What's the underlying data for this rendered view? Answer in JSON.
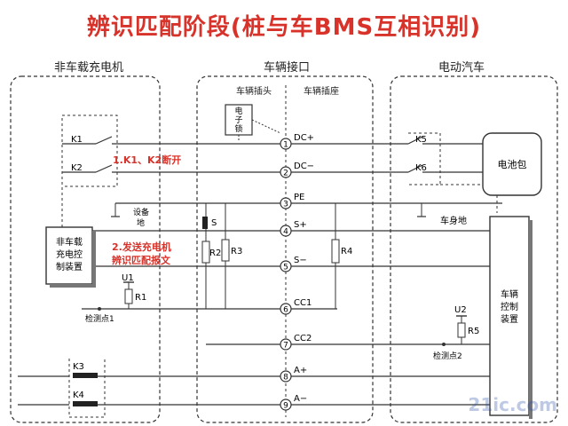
{
  "title": "辨识匹配阶段(桩与车BMS互相识别)",
  "sections": {
    "charger": "非车载充电机",
    "interface": "车辆接口",
    "vehicle": "电动汽车"
  },
  "sub_headers": {
    "plug": "车辆插头",
    "socket": "车辆插座"
  },
  "components": {
    "elock": [
      "电",
      "子",
      "锁"
    ],
    "charger_ctrl": [
      "非车载",
      "充电控",
      "制装置"
    ],
    "vehicle_ctrl": [
      "车辆",
      "控制",
      "装置"
    ],
    "battery": "电池包",
    "device_ground": [
      "设备",
      "地"
    ],
    "body_ground": "车身地"
  },
  "switches": {
    "k1": "K1",
    "k2": "K2",
    "k3": "K3",
    "k4": "K4",
    "k5": "K5",
    "k6": "K6",
    "s": "S"
  },
  "resistors": {
    "r1": "R1",
    "r2": "R2",
    "r3": "R3",
    "r4": "R4",
    "r5": "R5"
  },
  "sources": {
    "u1": "U1",
    "u2": "U2"
  },
  "test_points": {
    "tp1": "检测点1",
    "tp2": "检测点2"
  },
  "pins": [
    {
      "num": "1",
      "label": "DC+"
    },
    {
      "num": "2",
      "label": "DC−"
    },
    {
      "num": "3",
      "label": "PE"
    },
    {
      "num": "4",
      "label": "S+"
    },
    {
      "num": "5",
      "label": "S−"
    },
    {
      "num": "6",
      "label": "CC1"
    },
    {
      "num": "7",
      "label": "CC2"
    },
    {
      "num": "8",
      "label": "A+"
    },
    {
      "num": "9",
      "label": "A−"
    }
  ],
  "annotations": {
    "step1": "1.K1、K2断开",
    "step2_line1": "2.发送充电机",
    "step2_line2": "辨识匹配报文"
  },
  "watermark": "21ic.com",
  "colors": {
    "title": "#d8332a",
    "annotation": "#d8332a",
    "line": "#333333"
  }
}
